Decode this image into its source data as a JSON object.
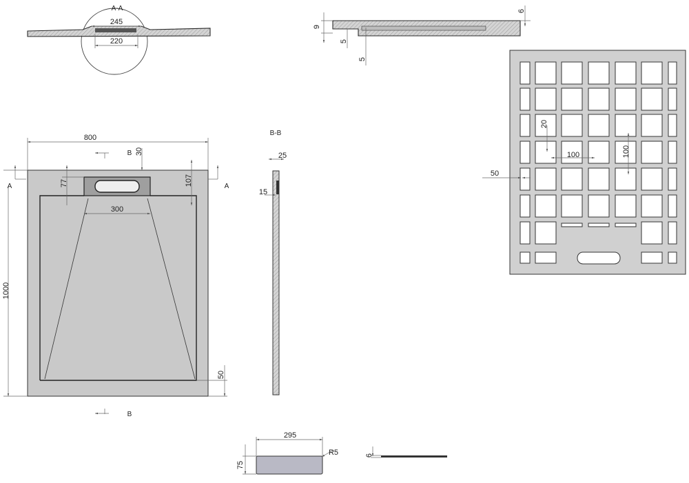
{
  "section_labels": {
    "aa": "A-A",
    "bb": "B-B",
    "a_left": "A",
    "a_right": "A",
    "b_top": "B",
    "b_bottom": "B"
  },
  "dims": {
    "width_800": "800",
    "height_1000": "1000",
    "d30": "30",
    "d77": "77",
    "d107": "107",
    "d300": "300",
    "d50_front": "50",
    "d245": "245",
    "d220": "220",
    "d9": "9",
    "d5a": "5",
    "d5b": "5",
    "d6_top": "6",
    "d25": "25",
    "d15": "15",
    "d20": "20",
    "d100_h": "100",
    "d100_v": "100",
    "d50_bottom": "50",
    "d295": "295",
    "d75": "75",
    "r5": "R5",
    "d6_side": "6"
  },
  "colors": {
    "plate": "#c9c9c9",
    "edge": "#2a2a2a",
    "dimension": "#666666"
  }
}
